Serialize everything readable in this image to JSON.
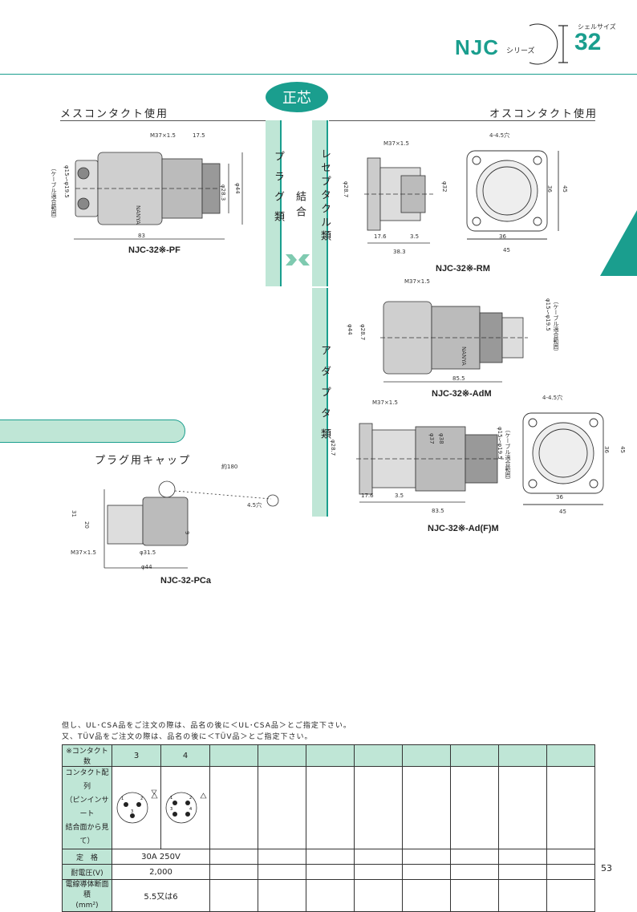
{
  "header": {
    "series_code": "NJC",
    "series_suffix": "シリーズ",
    "size_label": "シェルサイズ",
    "size_number": "32"
  },
  "badge": "正芯",
  "sections": {
    "left_title": "メスコンタクト使用",
    "right_title": "オスコンタクト使用"
  },
  "bands": {
    "plug": "プラグ類",
    "couple": "結合",
    "receptacle": "レセプタクル類",
    "adapter": "アダプタ類"
  },
  "products": {
    "pf": {
      "model": "NJC-32※-PF",
      "dims": [
        "M37×1.5",
        "17.5",
        "φ28.3",
        "φ44",
        "83",
        "（ケーブル適合範囲）",
        "φ15～φ19.5",
        "NANYA"
      ]
    },
    "rm": {
      "model": "NJC-32※-RM",
      "dims": [
        "M37×1.5",
        "φ28.7",
        "φ32",
        "17.6",
        "3.5",
        "38.3",
        "4-4.5穴",
        "36",
        "45",
        "36",
        "45"
      ]
    },
    "adm": {
      "model": "NJC-32※-AdM",
      "dims": [
        "M37×1.5",
        "φ44",
        "φ28.7",
        "85.5",
        "φ15～φ19.5",
        "（ケーブル適合範囲）",
        "NANYA"
      ]
    },
    "adfm": {
      "model": "NJC-32※-Ad(F)M",
      "dims": [
        "M37×1.5",
        "φ28.7",
        "φ37",
        "φ38",
        "17.6",
        "3.5",
        "83.5",
        "φ15～φ19.5",
        "（ケーブル適合範囲）",
        "4-4.5穴",
        "36",
        "45",
        "36",
        "45"
      ]
    },
    "pca": {
      "title": "プラグ用キャップ",
      "model": "NJC-32-PCa",
      "dims": [
        "約180",
        "4.5穴",
        "31",
        "20",
        "9",
        "M37×1.5",
        "φ31.5",
        "φ44"
      ]
    }
  },
  "notes": [
    "但し、UL･CSA品をご注文の際は、品名の後に＜UL･CSA品＞とご指定下さい。",
    "又、TÜV品をご注文の際は、品名の後に＜TÜV品＞とご指定下さい。"
  ],
  "spec_table": {
    "row_labels": {
      "contacts": "※コンタクト数",
      "layout_1": "コンタクト配列",
      "layout_2": "（ピンインサート",
      "layout_3": "結合面から見て）",
      "rating": "定　格",
      "voltage": "耐電圧(V)",
      "wire_1": "電線導体断面積",
      "wire_2": "(mm²)"
    },
    "contact_counts": [
      "3",
      "4"
    ],
    "pin_labels_3": [
      "1",
      "2",
      "3"
    ],
    "pin_labels_4": [
      "1",
      "2",
      "3",
      "4"
    ],
    "rating": "30A 250V",
    "voltage": "2,000",
    "wire": "5.5又は6"
  },
  "page_number": "53",
  "colors": {
    "accent": "#1a9e8e",
    "band": "#bfe6d6"
  }
}
